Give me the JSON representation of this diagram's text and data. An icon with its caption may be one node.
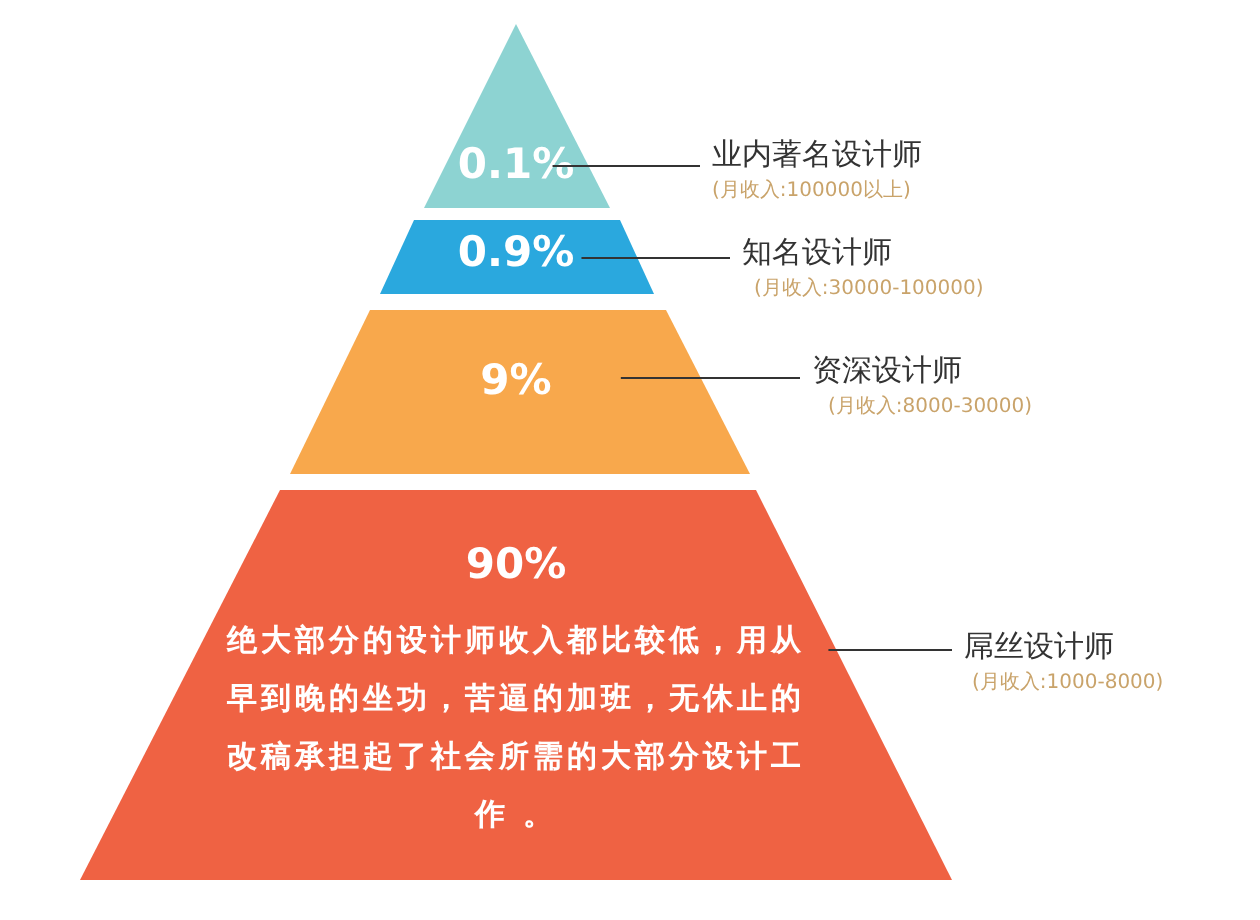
{
  "diagram": {
    "nodes": [
      {
        "text": [
          "0.1%"
        ]
      },
      {
        "text": [
          "0.9%"
        ]
      },
      {
        "text": [
          "9%"
        ]
      },
      {
        "text": [
          "90%",
          "绝大部分的设计师收入都比较低，用从早到晚的坐功，苦逼的加班，无休止的改稿承担起了社会所需的大部分设计工作 。"
        ]
      },
      {
        "text": [
          "业内著名设计师",
          "(月收入:100000以上)"
        ]
      },
      {
        "text": [
          "知名设计师",
          "(月收入:30000-100000)"
        ]
      },
      {
        "text": [
          "资深设计师",
          "(月收入:8000-30000)"
        ]
      },
      {
        "text": [
          "屌丝设计师",
          "(月收入:1000-8000)"
        ]
      }
    ],
    "edges": [
      {
        "from": 4,
        "to": 0,
        "arrow": "none"
      },
      {
        "from": 5,
        "to": 1,
        "arrow": "none"
      },
      {
        "from": 6,
        "to": 2,
        "arrow": "none"
      },
      {
        "from": 7,
        "to": 3,
        "arrow": "none"
      }
    ]
  }
}
